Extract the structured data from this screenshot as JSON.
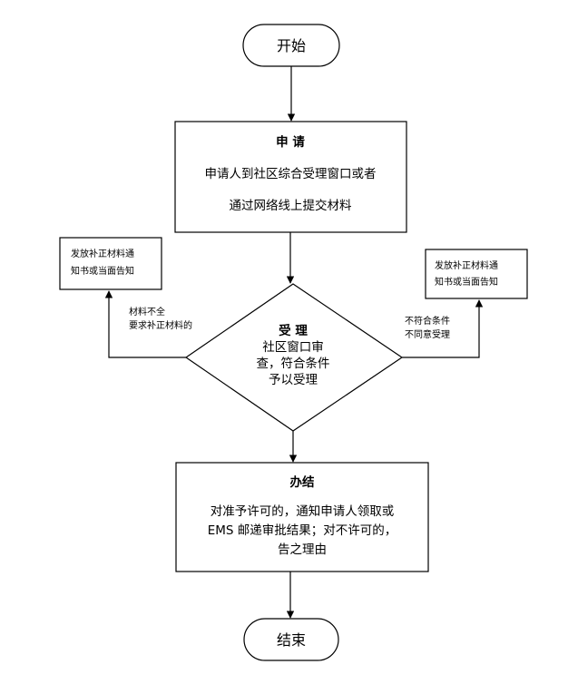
{
  "start": {
    "label": "开始"
  },
  "apply": {
    "title": "申 请",
    "line1": "申请人到社区综合受理窗口或者",
    "line2": "通过网络线上提交材料"
  },
  "accept": {
    "title": "受 理",
    "line1": "社区窗口审",
    "line2": "查，符合条件",
    "line3": "予以受理"
  },
  "left_branch": {
    "condition_line1": "材料不全",
    "condition_line2": "要求补正材料的",
    "box_line1": "发放补正材料通",
    "box_line2": "知书或当面告知"
  },
  "right_branch": {
    "condition_line1": "不符合条件",
    "condition_line2": "不同意受理",
    "box_line1": "发放补正材料通",
    "box_line2": "知书或当面告知"
  },
  "conclude": {
    "title": "办结",
    "line1": "对准予许可的，通知申请人领取或",
    "line2": "EMS 邮递审批结果；对不许可的，",
    "line3": "告之理由"
  },
  "end": {
    "label": "结束"
  }
}
